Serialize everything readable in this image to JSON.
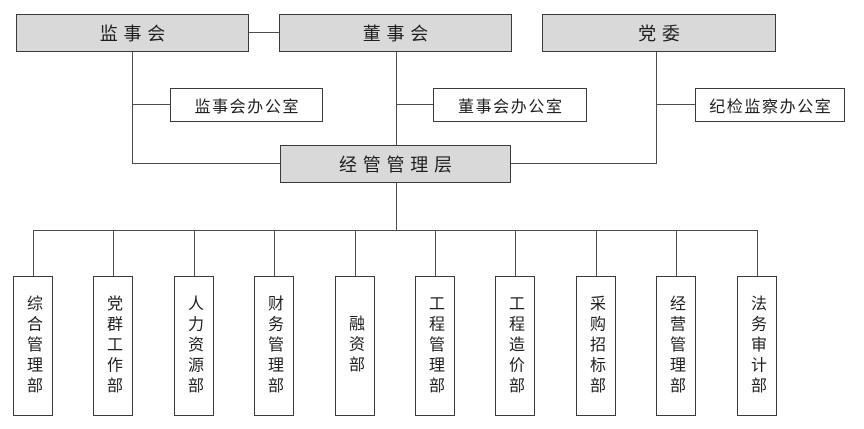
{
  "diagram": {
    "type": "org-chart",
    "colors": {
      "node_fill_primary": "#d9d9d9",
      "node_fill_secondary": "#ffffff",
      "node_border": "#3a3a3a",
      "connector_line": "#4c4c4c",
      "text": "#1f1f1f",
      "background": "#ffffff"
    },
    "org": {
      "top": [
        {
          "label": "监事会"
        },
        {
          "label": "董事会"
        },
        {
          "label": "党委"
        }
      ],
      "offices": [
        {
          "label": "监事会办公室"
        },
        {
          "label": "董事会办公室"
        },
        {
          "label": "纪检监察办公室"
        }
      ],
      "management": {
        "label": "经管管理层"
      },
      "departments": [
        "综合管理部",
        "党群工作部",
        "人力资源部",
        "财务管理部",
        "融资部",
        "工程管理部",
        "工程造价部",
        "采购招标部",
        "经营管理部",
        "法务审计部"
      ]
    }
  }
}
